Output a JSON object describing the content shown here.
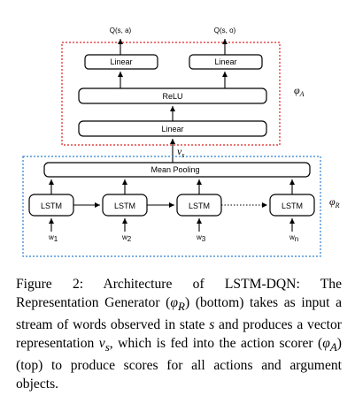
{
  "action_scorer": {
    "outputs": [
      "Q(s, a)",
      "Q(s, o)"
    ],
    "linear_heads": [
      "Linear",
      "Linear"
    ],
    "relu": "ReLU",
    "linear_bottom": "Linear",
    "phi_symbol": "φ",
    "phi_sub": "A",
    "border_color": "#e02020"
  },
  "representation": {
    "vs_symbol": "v",
    "vs_sub": "s",
    "mean_pooling": "Mean Pooling",
    "lstm_cells": [
      "LSTM",
      "LSTM",
      "LSTM",
      "LSTM"
    ],
    "words": [
      {
        "base": "w",
        "sub": "1"
      },
      {
        "base": "w",
        "sub": "2"
      },
      {
        "base": "w",
        "sub": "3"
      },
      {
        "base": "w",
        "sub": "n"
      }
    ],
    "phi_symbol": "φ",
    "phi_sub": "R",
    "border_color": "#2f7fcf"
  },
  "caption": {
    "label": "Figure 2:",
    "part1": " Architecture of LSTM-DQN: The Representation Generator (",
    "phi_r": "φ",
    "phi_r_sub": "R",
    "part2": ") (bottom) takes as input a stream of words observed in state ",
    "state": "s",
    "part3": " and produces a vector representation ",
    "vs": "v",
    "vs_sub": "s",
    "part4": ", which is fed into the action scorer (",
    "phi_a": "φ",
    "phi_a_sub": "A",
    "part5": ") (top) to produce scores for all actions and argument objects."
  }
}
